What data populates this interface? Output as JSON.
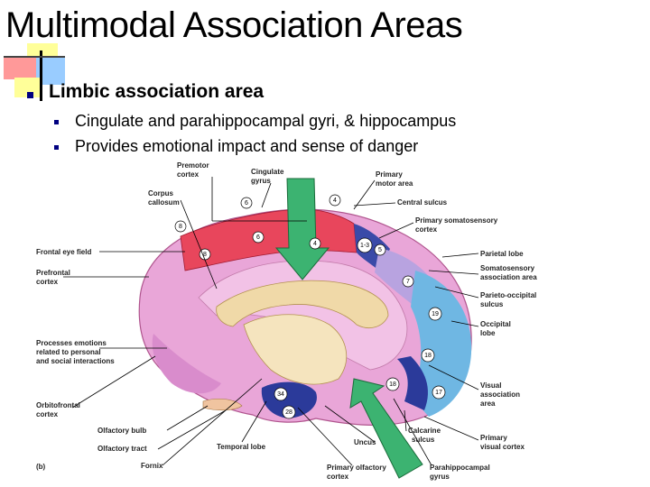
{
  "slide": {
    "title": "Multimodal Association Areas",
    "bullet": "Limbic association area",
    "sub_bullets": [
      "Cingulate and parahippocampal gyri, & hippocampus",
      "Provides emotional impact and sense of danger"
    ]
  },
  "figure": {
    "panel_label": "(b)",
    "labels": {
      "premotor": [
        "Premotor",
        "cortex"
      ],
      "cingulate": [
        "Cingulate",
        "gyrus"
      ],
      "primary_motor": [
        "Primary",
        "motor area"
      ],
      "corpus_callosum": [
        "Corpus",
        "callosum"
      ],
      "central_sulcus": "Central sulcus",
      "primary_somatosensory": [
        "Primary somatosensory",
        "cortex"
      ],
      "frontal_eye_field": "Frontal eye field",
      "parietal_lobe": "Parietal lobe",
      "prefrontal": [
        "Prefrontal",
        "cortex"
      ],
      "somatosensory_assoc": [
        "Somatosensory",
        "association area"
      ],
      "parieto_occipital": [
        "Parieto-occipital",
        "sulcus"
      ],
      "occipital_lobe": [
        "Occipital",
        "lobe"
      ],
      "processes_emotions": [
        "Processes emotions",
        "related to personal",
        "and social interactions"
      ],
      "orbitofrontal": [
        "Orbitofrontal",
        "cortex"
      ],
      "visual_assoc": [
        "Visual",
        "association",
        "area"
      ],
      "olfactory_bulb": "Olfactory bulb",
      "olfactory_tract": "Olfactory tract",
      "calcarine": [
        "Calcarine",
        "sulcus"
      ],
      "temporal_lobe": "Temporal lobe",
      "uncus": "Uncus",
      "primary_visual": [
        "Primary",
        "visual cortex"
      ],
      "fornix": "Fornix",
      "primary_olfactory": [
        "Primary olfactory",
        "cortex"
      ],
      "parahippocampal": [
        "Parahippocampal",
        "gyrus"
      ]
    },
    "area_numbers": [
      "6",
      "4",
      "8",
      "6",
      "4",
      "1-3",
      "5",
      "8",
      "7",
      "19",
      "18",
      "18",
      "17",
      "34",
      "28"
    ]
  }
}
